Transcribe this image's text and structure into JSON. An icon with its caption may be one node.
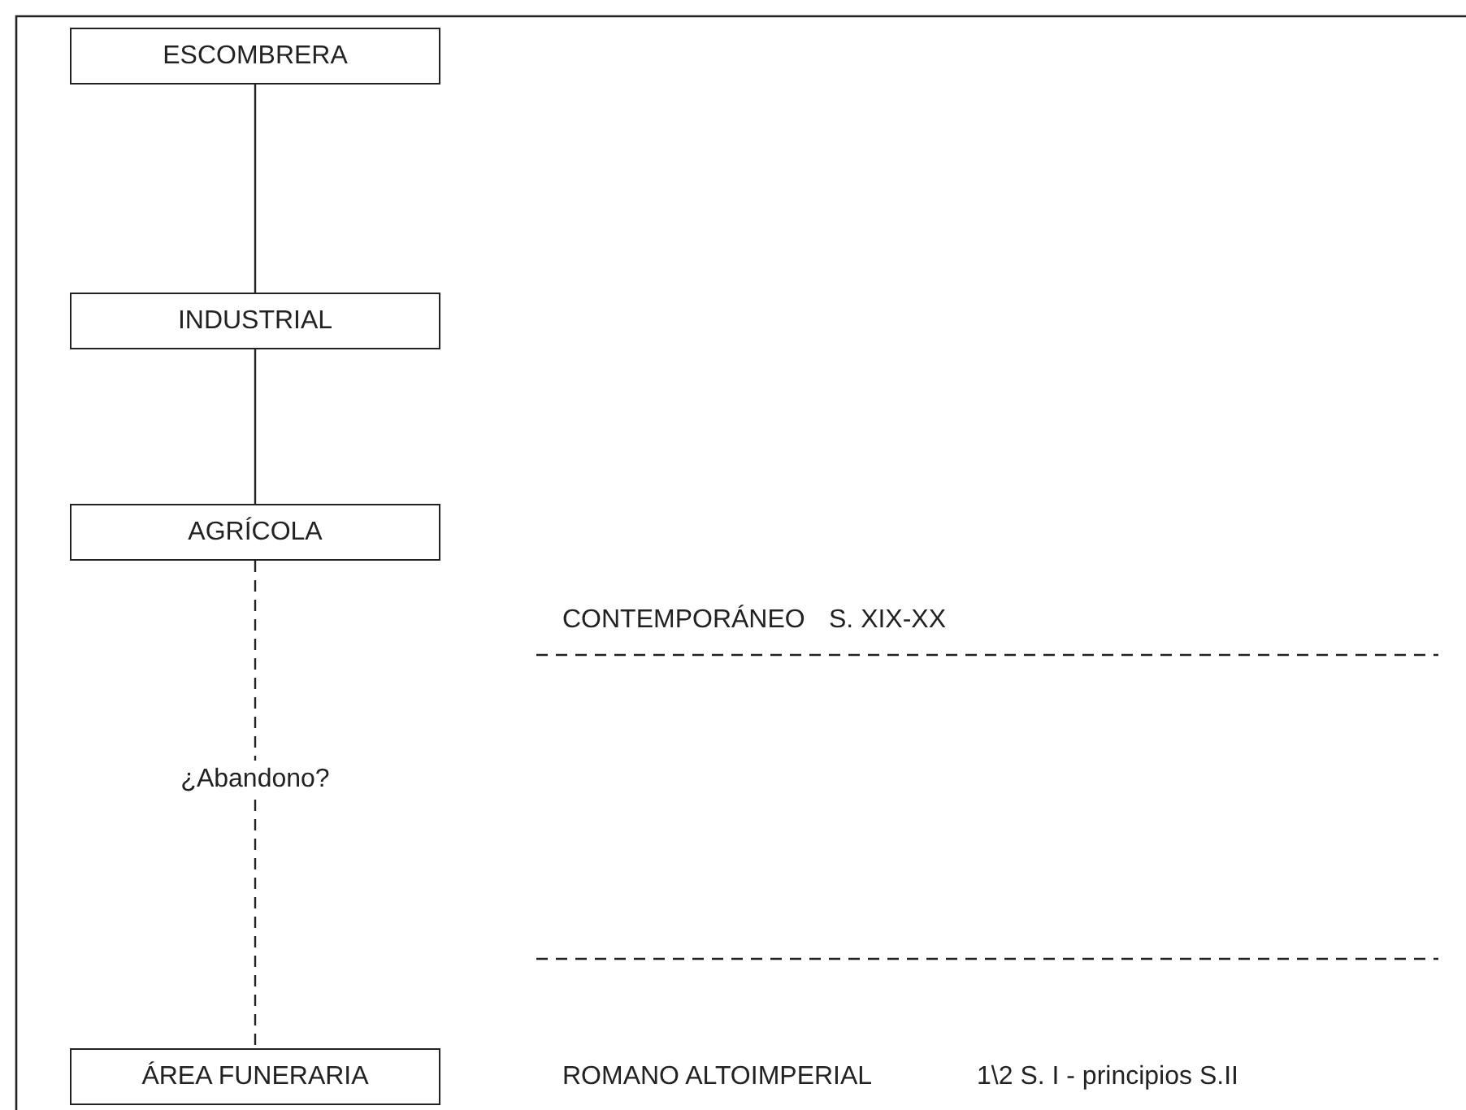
{
  "diagram": {
    "nodes": [
      {
        "text": [
          "ESCOMBRERA"
        ]
      },
      {
        "text": [
          "INDUSTRIAL"
        ]
      },
      {
        "text": [
          "AGRÍCOLA"
        ]
      },
      {
        "text": [
          "¿Abandono?"
        ]
      },
      {
        "text": [
          "ÁREA FUNERARIA"
        ]
      }
    ],
    "edges": [
      {
        "from": 0,
        "to": 1,
        "arrow": "none"
      },
      {
        "from": 1,
        "to": 2,
        "arrow": "none"
      },
      {
        "from": 2,
        "to": 3,
        "arrow": "none",
        "style": "dashed"
      },
      {
        "from": 3,
        "to": 4,
        "arrow": "none",
        "style": "dashed"
      }
    ],
    "labels": [
      "CONTEMPORÁNEO",
      "S. XIX-XX",
      "ROMANO ALTOIMPERIAL",
      "1\\2 S. I - principios S.II"
    ]
  }
}
